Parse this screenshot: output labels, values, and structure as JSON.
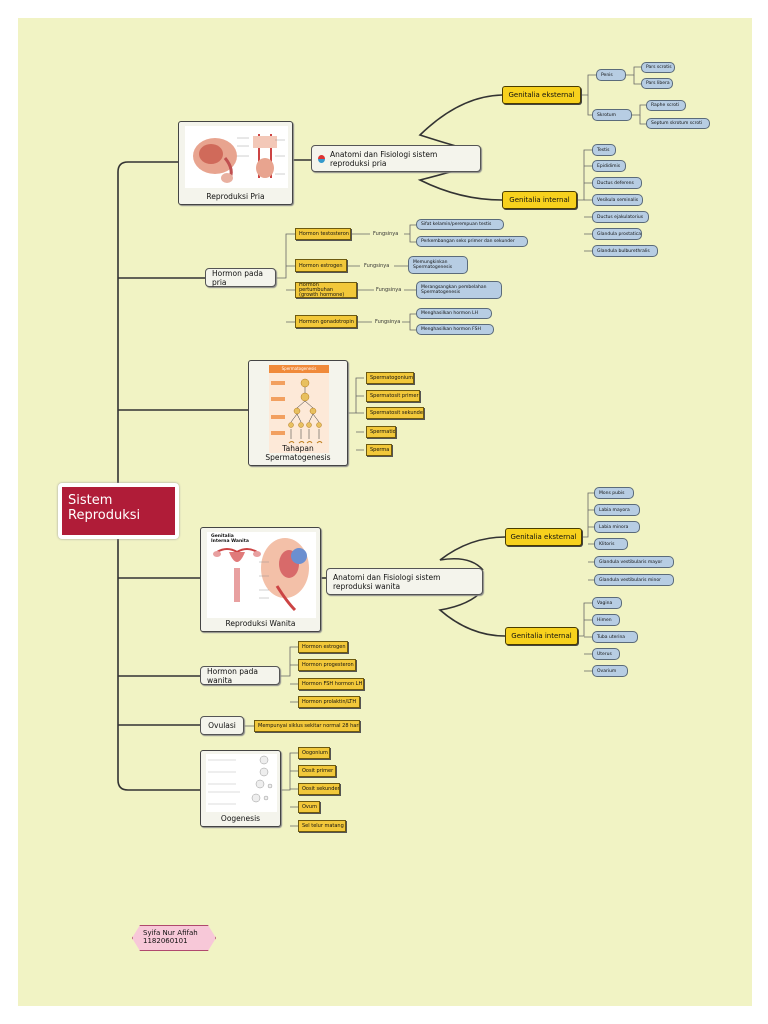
{
  "root": {
    "line1": "Sistem",
    "line2": "Reproduksi"
  },
  "male": {
    "caption": "Reproduksi Pria",
    "anatomy_title": "Anatomi dan Fisiologi sistem reproduksi pria",
    "eksternal": {
      "label": "Genitalia eksternal",
      "penis": "Penis",
      "penis_sub": [
        "Pars scrotis",
        "Pars libera"
      ],
      "skrotum": "Skrotum",
      "skrotum_sub": [
        "Raphe scroti",
        "Septum skrotum scroti"
      ]
    },
    "internal": {
      "label": "Genitalia internal",
      "items": [
        "Testis",
        "Epididimis",
        "Ductus deferens",
        "Vesikula seminalis",
        "Ductus ejakulatorius",
        "Glandula prostatica",
        "Glandula bulburethralis"
      ]
    },
    "hormon_title": "Hormon pada pria",
    "fungsinya": "Fungsinya",
    "hormon": [
      {
        "name": "Hormon testosteron",
        "fx": [
          "Sifat kelamin/perempuan testis",
          "Perkembangan seks primer dan sekunder"
        ]
      },
      {
        "name": "Hormon estrogen",
        "fx": [
          "Memungkinkan Spermatogenesis"
        ]
      },
      {
        "name": "Hormon pertumbuhan (growth hormone)",
        "fx": [
          "Merangsangkan pembelahan Spermatogenesis"
        ]
      },
      {
        "name": "Hormon gonadotropin",
        "fx": [
          "Menghasilkan hormon LH",
          "Menghasilkan hormon FSH"
        ]
      }
    ],
    "sperm_caption": "Tahapan Spermatogenesis",
    "sperm_img_title": "Spermatogenesis",
    "sperm_stages": [
      "Spermatogonium",
      "Spermatosit primer",
      "Spermatosit sekunder",
      "Spermatid",
      "Sperma"
    ]
  },
  "female": {
    "caption": "Reproduksi Wanita",
    "img_title": "Genitalia Interna Wanita",
    "anatomy_title": "Anatomi dan Fisiologi sistem reproduksi wanita",
    "eksternal": {
      "label": "Genitalia eksternal",
      "items": [
        "Mons pubis",
        "Labia mayora",
        "Labia minora",
        "Klitoris",
        "Glandula vestibularis mayor",
        "Glandula vestibularis minor"
      ]
    },
    "internal": {
      "label": "Genitalia internal",
      "items": [
        "Vagina",
        "Himen",
        "Tuba uterina",
        "Uterus",
        "Ovarium"
      ]
    },
    "hormon_title": "Hormon pada wanita",
    "hormon": [
      "Hormon estrogen",
      "Hormon progesteron",
      "Hormon FSH hormon LH",
      "Hormon prolaktin/LTH"
    ],
    "ovulasi": "Ovulasi",
    "ovulasi_note": "Mempunyai siklus sekitar normal 28 hari",
    "oogenesis_caption": "Oogenesis",
    "oogenesis": [
      "Oogonium",
      "Oosit primer",
      "Oosit sekunder",
      "Ovum",
      "Sel telur matang"
    ]
  },
  "author": {
    "name": "Syifa Nur Afifah",
    "id": "1182060101"
  },
  "colors": {
    "background": "#f1f3c4",
    "root": "#b01c38",
    "topic_yellow": "#f7d11d",
    "leaf_yellow": "#f2c83a",
    "leaf_blue": "#b7cde3",
    "author_pink": "#f7c8d8"
  }
}
